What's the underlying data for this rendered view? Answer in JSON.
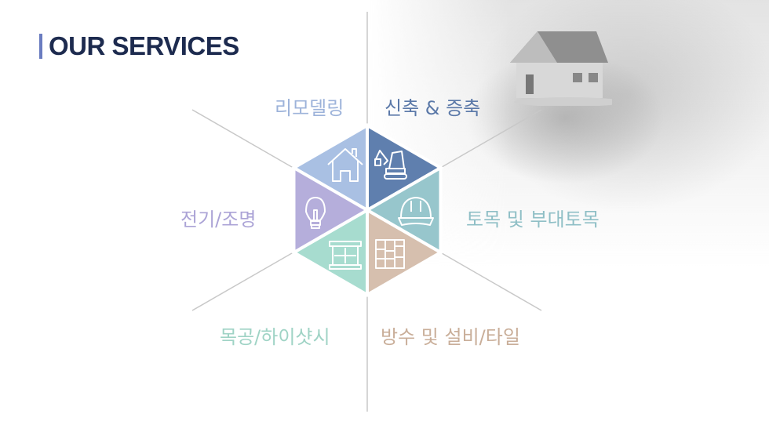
{
  "title": "OUR SERVICES",
  "services": [
    {
      "label": "리모델링",
      "icon": "house-icon",
      "color": "#a9c0e3",
      "text_color": "#9db3da"
    },
    {
      "label": "신축 & 증축",
      "icon": "excavator-icon",
      "color": "#5f7fae",
      "text_color": "#5a78a8"
    },
    {
      "label": "토목 및 부대토목",
      "icon": "hard-hat-icon",
      "color": "#97c6cc",
      "text_color": "#8fbfc6"
    },
    {
      "label": "방수 및 설비/타일",
      "icon": "tile-icon",
      "color": "#d6bfae",
      "text_color": "#c9ae99"
    },
    {
      "label": "목공/하이샷시",
      "icon": "window-icon",
      "color": "#a7dccf",
      "text_color": "#9fd3c5"
    },
    {
      "label": "전기/조명",
      "icon": "light-bulb-icon",
      "color": "#b5aedb",
      "text_color": "#aba3d6"
    }
  ]
}
